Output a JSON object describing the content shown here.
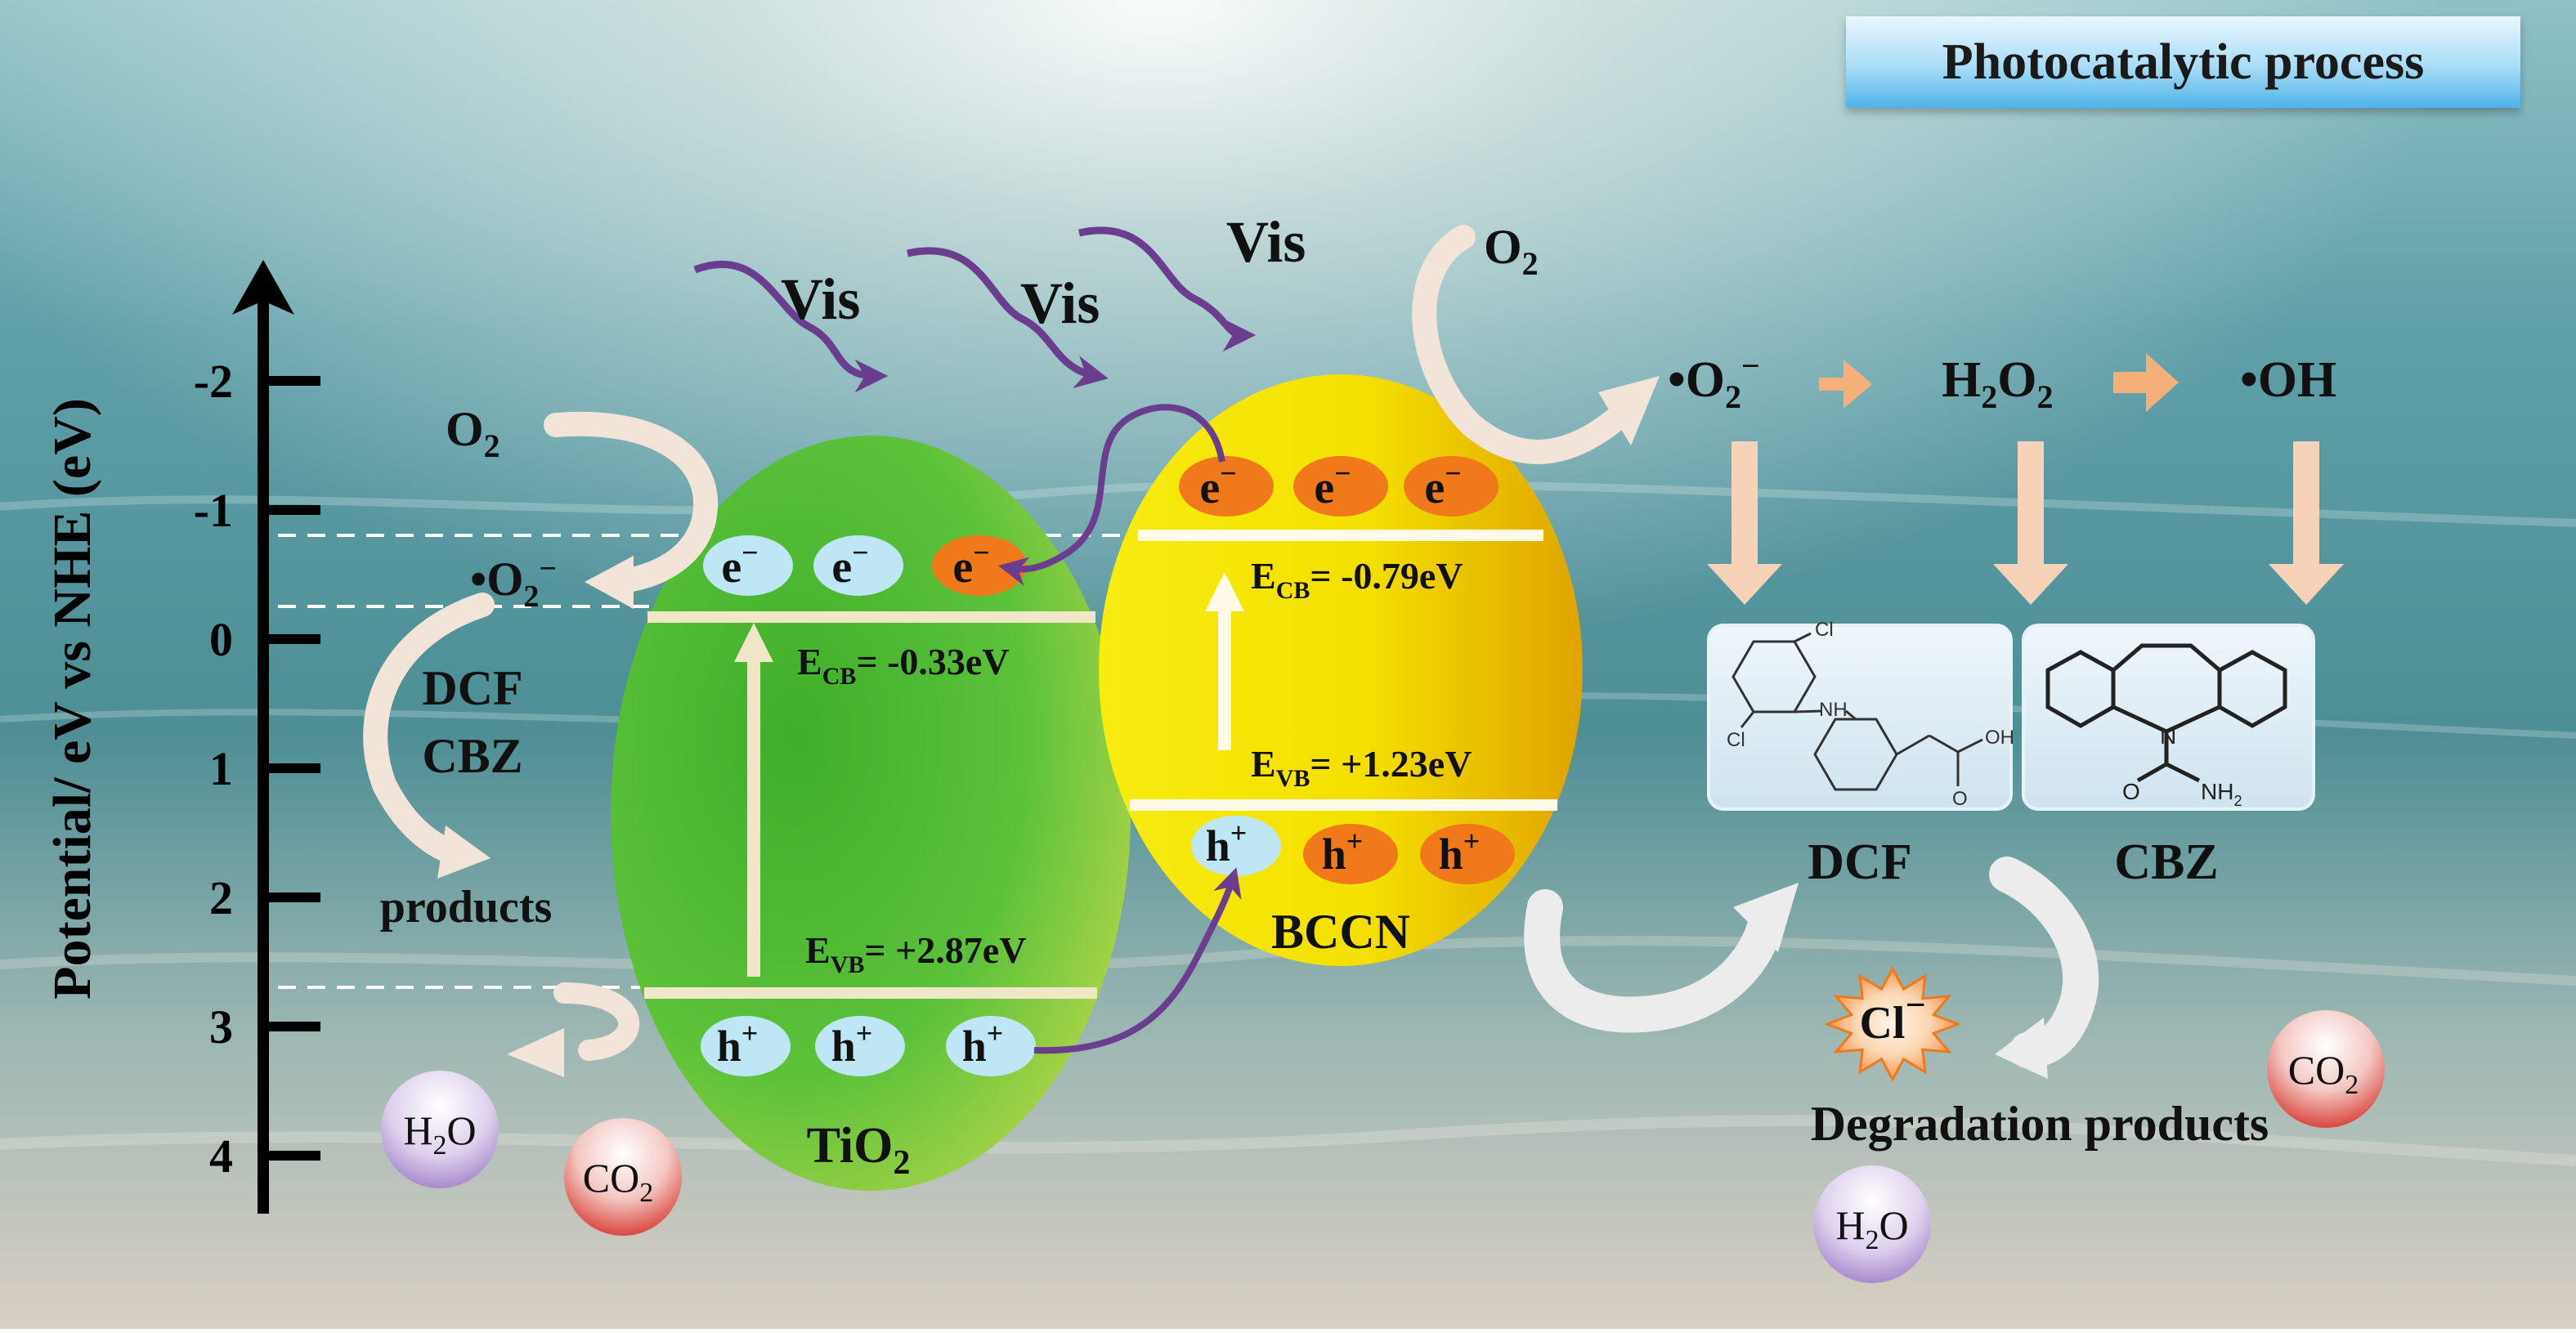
{
  "title": "Photocatalytic process",
  "axis": {
    "label": "Potential/ eV vs NHE (eV)",
    "ticks": [
      {
        "label": "-2",
        "value": -2
      },
      {
        "label": "-1",
        "value": -1
      },
      {
        "label": "0",
        "value": 0
      },
      {
        "label": "1",
        "value": 1
      },
      {
        "label": "2",
        "value": 2
      },
      {
        "label": "3",
        "value": 3
      },
      {
        "label": "4",
        "value": 4
      }
    ]
  },
  "light": [
    "Vis",
    "Vis",
    "Vis"
  ],
  "tio2": {
    "name": "TiO",
    "name_sub": "2",
    "ecb_label": "E",
    "ecb_sub": "CB",
    "ecb_value": "= -0.33eV",
    "evb_label": "E",
    "evb_sub": "VB",
    "evb_value": "= +2.87eV",
    "color": "#4fbf2e"
  },
  "bccn": {
    "name": "BCCN",
    "ecb_label": "E",
    "ecb_sub": "CB",
    "ecb_value": "= -0.79eV",
    "evb_label": "E",
    "evb_sub": "VB",
    "evb_value": "= +1.23eV",
    "color": "#f5e000"
  },
  "carriers": {
    "electron": "e",
    "electron_sup": "−",
    "hole": "h",
    "hole_sup": "+"
  },
  "left_side": {
    "o2": "O",
    "o2_sub": "2",
    "superoxide": "•O",
    "superoxide_sub": "2",
    "superoxide_sup": "−",
    "pollutant_1": "DCF",
    "pollutant_2": "CBZ",
    "products": "products",
    "h2o_a": "H",
    "h2o_sub": "2",
    "h2o_b": "O",
    "co2_a": "CO",
    "co2_sub": "2"
  },
  "right_side": {
    "o2": "O",
    "o2_sub": "2",
    "superoxide": "•O",
    "superoxide_sub": "2",
    "superoxide_sup": "−",
    "h2o2_a": "H",
    "h2o2_sub1": "2",
    "h2o2_b": "O",
    "h2o2_sub2": "2",
    "hydroxyl": "•OH",
    "dcf": "DCF",
    "cbz": "CBZ",
    "chloride": "Cl",
    "chloride_sup": "−",
    "degradation": "Degradation products",
    "h2o_a": "H",
    "h2o_sub": "2",
    "h2o_b": "O",
    "co2_a": "CO",
    "co2_sub": "2"
  },
  "structures": {
    "dcf_atoms": [
      "Cl",
      "NH",
      "Cl",
      "OH",
      "O"
    ],
    "cbz_atoms": [
      "N",
      "O",
      "NH",
      "2"
    ]
  },
  "colors": {
    "arrow_purple": "#6b3d8f",
    "arrow_peach": "#f5c9a8",
    "electron_orange": "#f07a1a",
    "carrier_blue": "#bfe6f5",
    "background_water": "#5f9aa0"
  }
}
